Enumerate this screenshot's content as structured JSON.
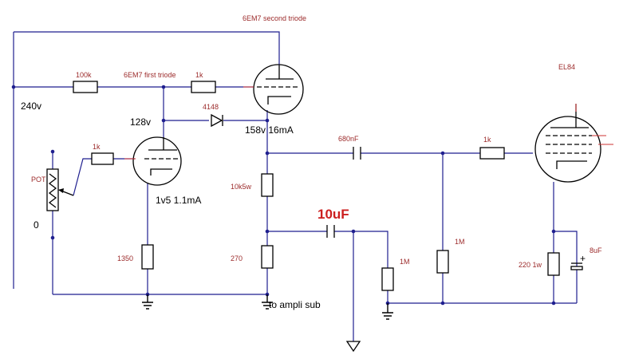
{
  "labels": {
    "second_triode": "6EM7 second triode",
    "first_triode": "6EM7 first triode",
    "el84": "EL84",
    "r_100k": "100k",
    "r_1k_top": "1k",
    "r_1k_grid": "1k",
    "r_1k_el84": "1k",
    "diode": "4148",
    "supply": "240v",
    "v128": "128v",
    "v158": "158v 16mA",
    "pot": "POT",
    "zero": "0",
    "r_10k5": "10k5w",
    "bias": "1v5 1.1mA",
    "r_1350": "1350",
    "r_270": "270",
    "c_680": "680nF",
    "c_10u": "10uF",
    "r_1m_a": "1M",
    "r_1m_b": "1M",
    "r_220": "220 1w",
    "c_8u": "8uF",
    "plus": "+",
    "sub": "to ampli sub"
  }
}
